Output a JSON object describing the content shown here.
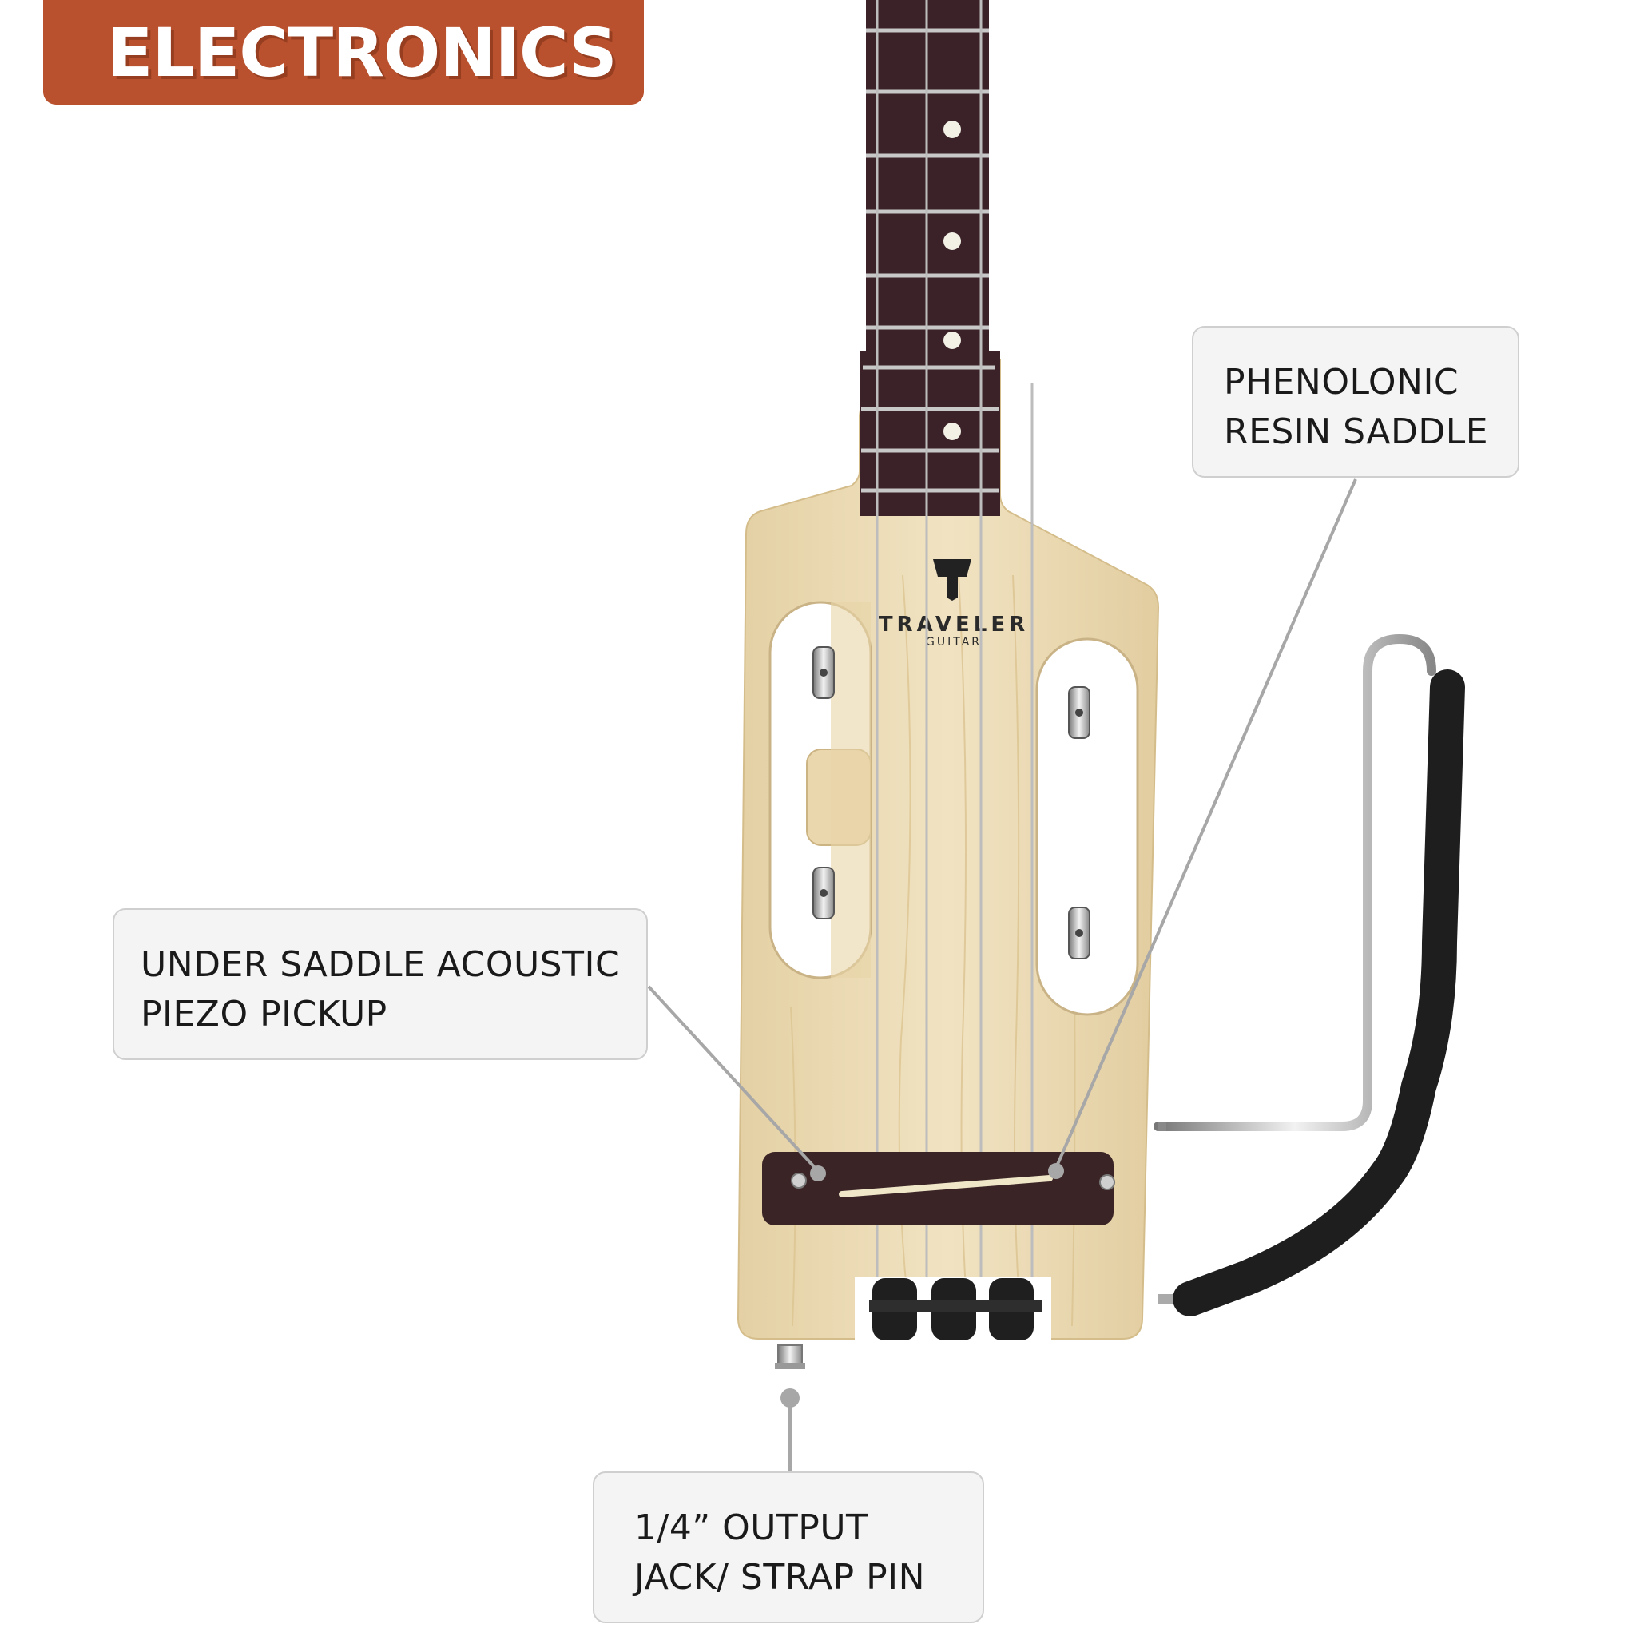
{
  "header": {
    "title": "ELECTRONICS"
  },
  "brand": {
    "logo_text": "TRAVELER",
    "logo_subtext": "GUITAR"
  },
  "callouts": {
    "saddle": {
      "line1": "PHENOLONIC",
      "line2": "RESIN SADDLE"
    },
    "piezo": {
      "line1": "UNDER SADDLE ACOUSTIC",
      "line2": "PIEZO PICKUP"
    },
    "jack": {
      "line1": "1/4” OUTPUT",
      "line2": "JACK/ STRAP PIN"
    }
  },
  "colors": {
    "banner": "#b9512e",
    "maple": "#ecdcb6",
    "fretboard": "#3a2228",
    "callout_bg": "#f4f4f4",
    "leader": "#a7a7a7"
  }
}
